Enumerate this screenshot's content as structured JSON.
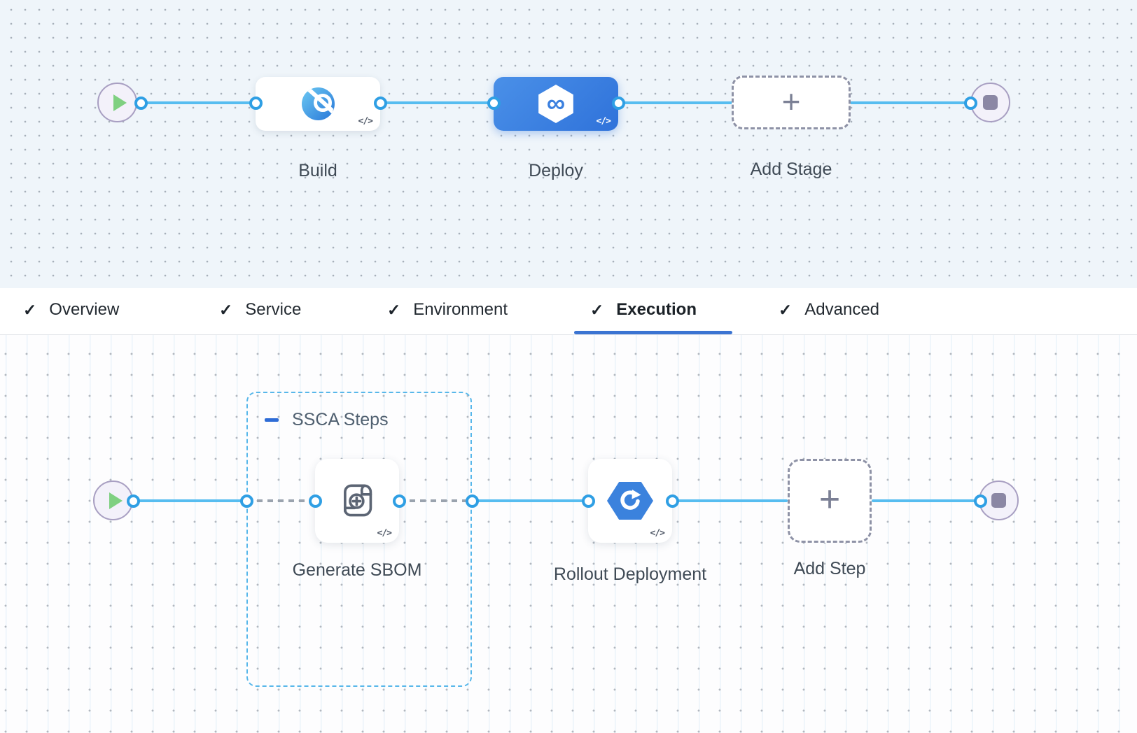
{
  "icons": {
    "check": "✓",
    "plus": "+",
    "code_badge": "</>",
    "infinity": "∞"
  },
  "stage_canvas": {
    "stages": [
      {
        "label": "Build"
      },
      {
        "label": "Deploy",
        "selected": true
      },
      {
        "label": "Add Stage"
      }
    ]
  },
  "tabs": {
    "items": [
      {
        "label": "Overview",
        "checked": true
      },
      {
        "label": "Service",
        "checked": true
      },
      {
        "label": "Environment",
        "checked": true
      },
      {
        "label": "Execution",
        "checked": true,
        "active": true
      },
      {
        "label": "Advanced",
        "checked": true
      }
    ]
  },
  "execution_canvas": {
    "group_label": "SSCA Steps",
    "steps": [
      {
        "label": "Generate SBOM"
      },
      {
        "label": "Rollout Deployment"
      },
      {
        "label": "Add Step"
      }
    ]
  },
  "colors": {
    "selected_stage_blue": "#3b82e0",
    "connector_blue": "#57bdf0",
    "dashed_connector_gray": "#9aa3ae",
    "active_tab_underline": "#3b74d2",
    "group_border_blue": "#57b7ea",
    "canvas_top_bg": "#eff5fa",
    "canvas_bottom_bg": "#fdfdfe"
  }
}
